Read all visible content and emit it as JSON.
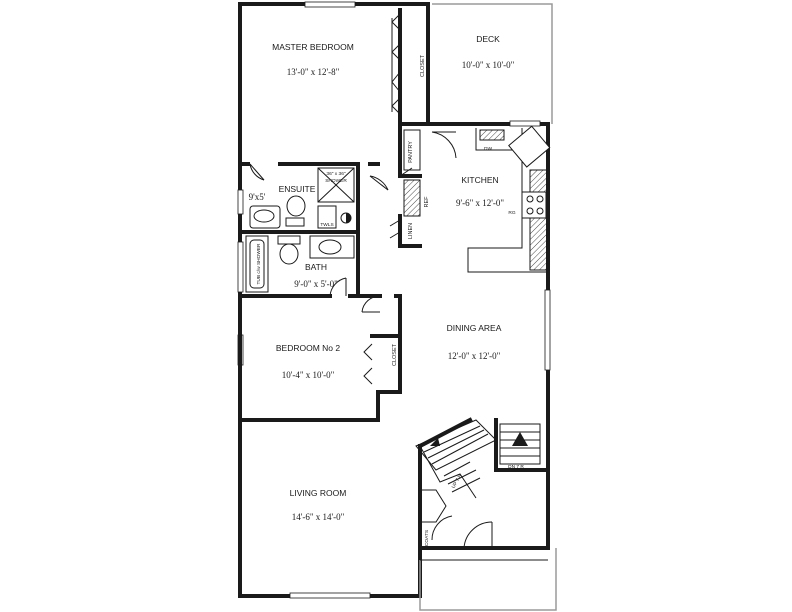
{
  "rooms": {
    "master_bedroom": {
      "name": "MASTER BEDROOM",
      "dims": "13'-0\" x 12'-8\""
    },
    "deck": {
      "name": "DECK",
      "dims": "10'-0\" x 10'-0\""
    },
    "kitchen": {
      "name": "KITCHEN",
      "dims": "9'-6\" x 12'-0\""
    },
    "ensuite": {
      "name": "ENSUITE",
      "dims": "9'x5'"
    },
    "bath": {
      "name": "BATH",
      "dims": "9'-0\" x 5'-0\""
    },
    "dining_area": {
      "name": "DINING AREA",
      "dims": "12'-0\" x 12'-0\""
    },
    "bedroom_2": {
      "name": "BEDROOM No 2",
      "dims": "10'-4\" x 10'-0\""
    },
    "living_room": {
      "name": "LIVING ROOM",
      "dims": "14'-6\" x 14'-0\""
    }
  },
  "labels": {
    "closet_master": "CLOSET",
    "closet_bed2": "CLOSET",
    "pantry": "PANTRY",
    "ref": "REF",
    "linen": "LINEN",
    "dw": "DW",
    "rg": "RG",
    "shower_size": "36\" x 36\"",
    "shower": "SHOWER",
    "towels": "TWLS",
    "tub_shower": "TUB c/w SHOWER",
    "stairs_up": "UP 7 R",
    "stairs_down": "DN 7 R",
    "coats": "COATS"
  }
}
